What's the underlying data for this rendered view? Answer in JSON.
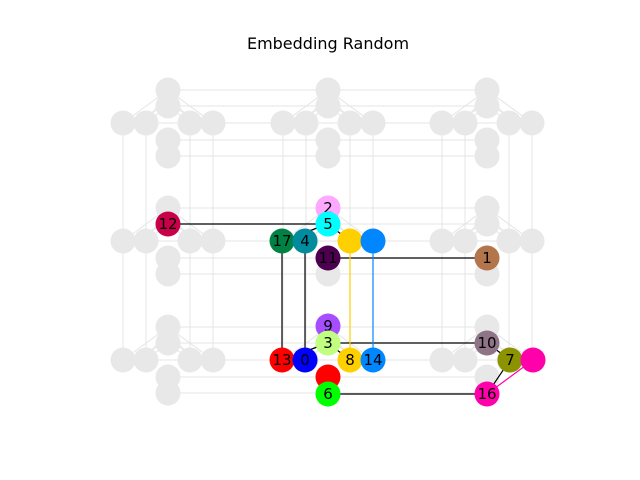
{
  "title": "Embedding Random",
  "colors": {
    "background_node": "#e8e8e8",
    "background_edge": "#e4e4e4",
    "embedded_edge": "#000000"
  },
  "nodes": [
    {
      "id": "2",
      "label": "2",
      "color": "#ffa8ff"
    },
    {
      "id": "5",
      "label": "5",
      "color": "#00ffff"
    },
    {
      "id": "12",
      "label": "12",
      "color": "#c8004a"
    },
    {
      "id": "17",
      "label": "17",
      "color": "#008244"
    },
    {
      "id": "4",
      "label": "4",
      "color": "#008c9e"
    },
    {
      "id": "a",
      "label": "",
      "color": "#ffd000"
    },
    {
      "id": "b",
      "label": "",
      "color": "#0087ff"
    },
    {
      "id": "11",
      "label": "11",
      "color": "#4d0050"
    },
    {
      "id": "1",
      "label": "1",
      "color": "#b3754b"
    },
    {
      "id": "9",
      "label": "9",
      "color": "#a64dff"
    },
    {
      "id": "3",
      "label": "3",
      "color": "#c0ff80"
    },
    {
      "id": "10",
      "label": "10",
      "color": "#8f7386"
    },
    {
      "id": "13",
      "label": "13",
      "color": "#ff0000"
    },
    {
      "id": "0",
      "label": "0",
      "color": "#0000ff"
    },
    {
      "id": "8",
      "label": "8",
      "color": "#ffd000"
    },
    {
      "id": "14",
      "label": "14",
      "color": "#0087ff"
    },
    {
      "id": "7",
      "label": "7",
      "color": "#8c9300"
    },
    {
      "id": "c",
      "label": "",
      "color": "#ff00aa"
    },
    {
      "id": "d",
      "label": "",
      "color": "#ff0000"
    },
    {
      "id": "6",
      "label": "6",
      "color": "#00ff00"
    },
    {
      "id": "16",
      "label": "16",
      "color": "#ff00aa"
    }
  ],
  "edges": [
    {
      "from": "12",
      "to": "5",
      "color": "#000000"
    },
    {
      "from": "11",
      "to": "1",
      "color": "#000000"
    },
    {
      "from": "3",
      "to": "10",
      "color": "#000000"
    },
    {
      "from": "6",
      "to": "16",
      "color": "#000000"
    },
    {
      "from": "17",
      "to": "13",
      "color": "#000000"
    },
    {
      "from": "4",
      "to": "0",
      "color": "#000000"
    },
    {
      "from": "a",
      "to": "8",
      "color": "#ffd000"
    },
    {
      "from": "b",
      "to": "14",
      "color": "#0087ff"
    },
    {
      "from": "16",
      "to": "c",
      "color": "#ff00aa"
    },
    {
      "from": "5",
      "to": "a",
      "color": "#000000"
    },
    {
      "from": "5",
      "to": "17",
      "color": "#000000"
    },
    {
      "from": "3",
      "to": "8",
      "color": "#000000"
    },
    {
      "from": "3",
      "to": "13",
      "color": "#000000"
    },
    {
      "from": "10",
      "to": "7",
      "color": "#000000"
    },
    {
      "from": "7",
      "to": "16",
      "color": "#000000"
    }
  ]
}
